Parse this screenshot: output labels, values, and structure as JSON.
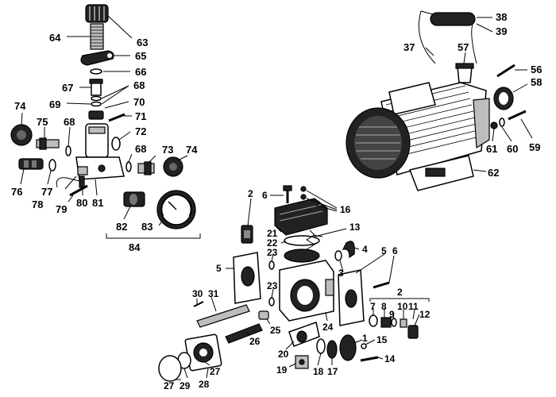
{
  "labels": {
    "l1": "1",
    "l2a": "2",
    "l2b": "2",
    "l3": "3",
    "l4": "4",
    "l5a": "5",
    "l5b": "5",
    "l6a": "6",
    "l6b": "6",
    "l7": "7",
    "l8": "8",
    "l9": "9",
    "l10": "10",
    "l11": "11",
    "l12": "12",
    "l13": "13",
    "l14": "14",
    "l15": "15",
    "l16": "16",
    "l17": "17",
    "l18": "18",
    "l19": "19",
    "l20": "20",
    "l21": "21",
    "l22": "22",
    "l23a": "23",
    "l23b": "23",
    "l24": "24",
    "l25": "25",
    "l26": "26",
    "l27a": "27",
    "l27b": "27",
    "l28": "28",
    "l29": "29",
    "l30": "30",
    "l31": "31",
    "l37": "37",
    "l38": "38",
    "l39": "39",
    "l56": "56",
    "l57": "57",
    "l58": "58",
    "l59": "59",
    "l60": "60",
    "l61": "61",
    "l62": "62",
    "l63": "63",
    "l64": "64",
    "l65": "65",
    "l66": "66",
    "l67": "67",
    "l68a": "68",
    "l68b": "68",
    "l68c": "68",
    "l69": "69",
    "l70": "70",
    "l71": "71",
    "l72": "72",
    "l73": "73",
    "l74a": "74",
    "l74b": "74",
    "l75": "75",
    "l76": "76",
    "l77": "77",
    "l78": "78",
    "l79": "79",
    "l80": "80",
    "l81": "81",
    "l82": "82",
    "l83": "83",
    "l84": "84"
  }
}
